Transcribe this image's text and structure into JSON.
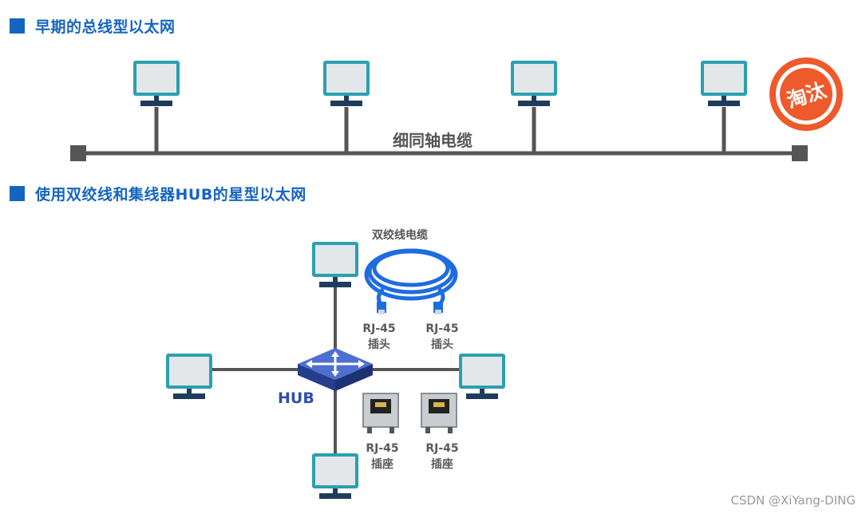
{
  "sections": {
    "bus": {
      "heading": "早期的总线型以太网",
      "cable_label": "细同轴电缆",
      "stamp_text": "淘汰"
    },
    "star": {
      "heading": "使用双绞线和集线器HUB的星型以太网",
      "hub_label": "HUB",
      "cable_label": "双绞线电缆",
      "plug_left": {
        "line1": "RJ-45",
        "line2": "插头"
      },
      "plug_right": {
        "line1": "RJ-45",
        "line2": "插头"
      },
      "socket_left": {
        "line1": "RJ-45",
        "line2": "插座"
      },
      "socket_right": {
        "line1": "RJ-45",
        "line2": "插座"
      }
    }
  },
  "watermark": "CSDN @XiYang-DING",
  "colors": {
    "accent": "#1565c0",
    "monitor_screen": "#2aa0b0",
    "monitor_base": "#1f3d5a",
    "stamp": "#ee5a2c",
    "hub": "#2f4fa8",
    "cable": "#1e6ce0"
  }
}
